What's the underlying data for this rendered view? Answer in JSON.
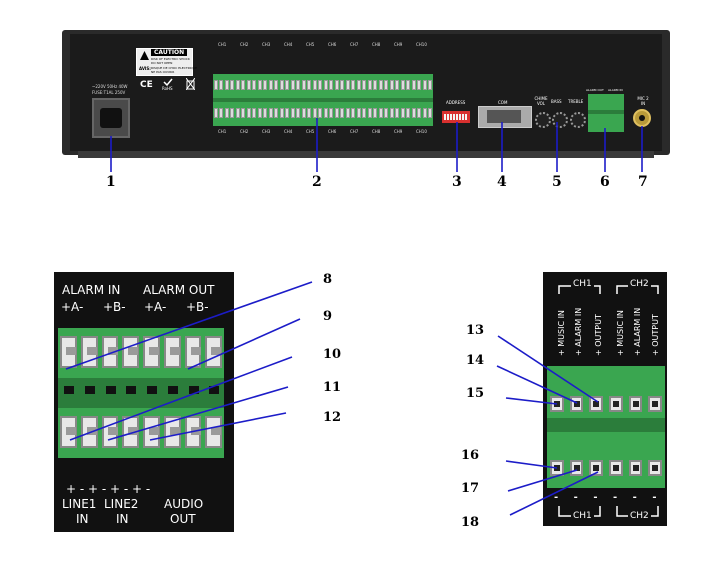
{
  "top_panel": {
    "power_spec_1": "~220V 50Hz 40W",
    "power_spec_2": "FUSE:T1AL 250V",
    "caution_title": "CAUTION",
    "caution_line_1": "RISK OF ELECTRIC SHOCK",
    "caution_line_2": "DO NOT OPEN",
    "avis_label": "AVIS:",
    "avis_line_1": "RISQUE DE CHOC ELECTRIQUE",
    "avis_line_2": "NE PAS OUVRIR",
    "ce_mark": "CE",
    "rohs_mark": "RoHS",
    "address_label": "ADDRESS",
    "com_label": "COM",
    "chime_label": "CHIME VOL",
    "bass_label": "BASS",
    "treble_label": "TREBLE",
    "alarm_out_label": "ALARM OUT",
    "alarm_in_label": "ALARM IN",
    "mic_label": "MIC 2 IN",
    "channel_labels": [
      "CH1",
      "CH2",
      "CH3",
      "CH4",
      "CH5",
      "CH6",
      "CH7",
      "CH8",
      "CH9",
      "CH10"
    ],
    "callouts": [
      "1",
      "2",
      "3",
      "4",
      "5",
      "6",
      "7"
    ]
  },
  "left_panel": {
    "header_left": "ALARM IN",
    "header_right": "ALARM OUT",
    "pin_labels": [
      "+A-",
      "+B-",
      "+A-",
      "+B-"
    ],
    "bottom_signs": "+ -  + -  + -  + -",
    "line1_label": "LINE1",
    "line2_label": "LINE2",
    "audio_label": "AUDIO",
    "in_label": "IN",
    "out_label": "OUT",
    "callouts": [
      "8",
      "9",
      "10",
      "11",
      "12"
    ]
  },
  "right_panel": {
    "ch1_label": "CH1",
    "ch2_label": "CH2",
    "col_labels": [
      "MUSIC IN",
      "ALARM IN",
      "OUTPUT",
      "MUSIC IN",
      "ALARM IN",
      "OUTPUT"
    ],
    "callouts": [
      "13",
      "14",
      "15",
      "16",
      "17",
      "18"
    ]
  },
  "colors": {
    "panel": "#1b1b1b",
    "terminal_green": "#3aa650",
    "callout_line": "#1c1cc8",
    "dip_red": "#d8302f"
  }
}
